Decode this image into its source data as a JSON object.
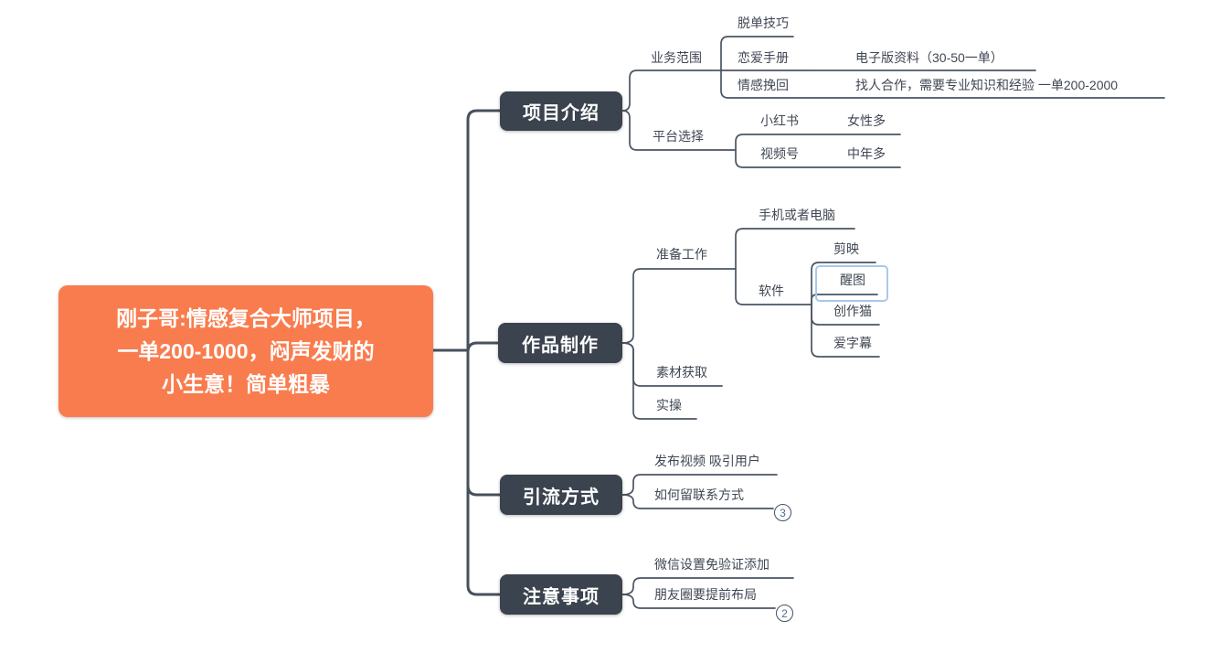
{
  "colors": {
    "canvas_bg": "#ffffff",
    "accent_orange": "#F97C4E",
    "node_dark": "#3A434E",
    "line": "#47505C",
    "branch_line": "#4A5564",
    "label_text": "#3F4753",
    "selection": "#A9C8EA",
    "badge_digit": "#4A6E9B",
    "badge_bg": "#ffffff"
  },
  "root_topic": {
    "lines": [
      "刚子哥:情感复合大师项目，",
      "一单200-1000，闷声发财的",
      "小生意！简单粗暴"
    ]
  },
  "project_intro": {
    "label": "项目介绍",
    "business_scope": {
      "label": "业务范围",
      "dating_skills": {
        "label": "脱单技巧"
      },
      "love_manual": {
        "label": "恋爱手册",
        "note": "电子版资料（30-50一单）"
      },
      "emotion_recovery": {
        "label": "情感挽回",
        "note": "找人合作，需要专业知识和经验 一单200-2000"
      }
    },
    "platform_choice": {
      "label": "平台选择",
      "xiaohongshu": {
        "label": "小红书",
        "note": "女性多"
      },
      "shipinhao": {
        "label": "视频号",
        "note": "中年多"
      }
    }
  },
  "production": {
    "label": "作品制作",
    "preparation": {
      "label": "准备工作",
      "device": {
        "label": "手机或者电脑"
      },
      "software": {
        "label": "软件",
        "jianying": {
          "label": "剪映"
        },
        "xingtu": {
          "label": "醒图",
          "selected": true
        },
        "chuangzuomao": {
          "label": "创作猫"
        },
        "aizimu": {
          "label": "爱字幕"
        }
      }
    },
    "material": {
      "label": "素材获取"
    },
    "practice": {
      "label": "实操"
    }
  },
  "traffic": {
    "label": "引流方式",
    "publish_video": {
      "label": "发布视频 吸引用户"
    },
    "contact_method": {
      "label": "如何留联系方式",
      "collapsed_count": "3"
    }
  },
  "notes": {
    "label": "注意事项",
    "wechat_no_verify": {
      "label": "微信设置免验证添加"
    },
    "moments_layout": {
      "label": "朋友圈要提前布局",
      "collapsed_count": "2"
    }
  }
}
